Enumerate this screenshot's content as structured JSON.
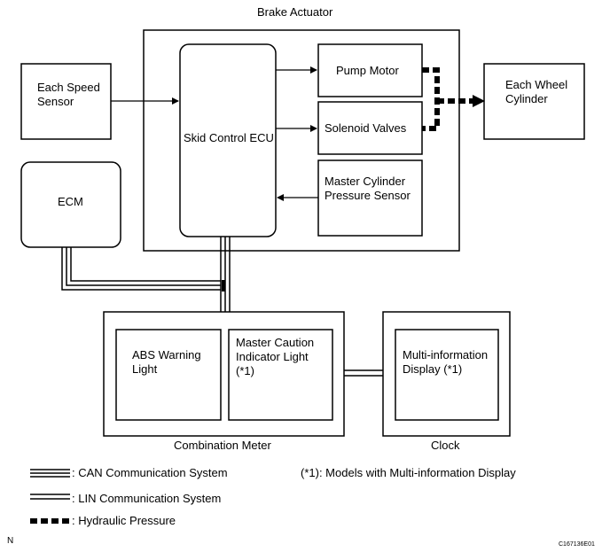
{
  "labels": {
    "brake_actuator": "Brake Actuator",
    "speed_sensor": "Each Speed\nSensor",
    "skid_control_ecu": "Skid Control ECU",
    "pump_motor": "Pump Motor",
    "solenoid_valves": "Solenoid Valves",
    "master_cylinder_sensor": "Master Cylinder\nPressure Sensor",
    "wheel_cylinder": "Each Wheel\nCylinder",
    "ecm": "ECM",
    "abs_warning_light": "ABS Warning\nLight",
    "master_caution_light": "Master Caution\nIndicator Light\n(*1)",
    "multi_info_display": "Multi-information\nDisplay (*1)",
    "combination_meter": "Combination Meter",
    "clock": "Clock"
  },
  "legend": {
    "can": ": CAN Communication System",
    "lin": ": LIN Communication System",
    "hydraulic": ": Hydraulic Pressure",
    "note": "(*1): Models with Multi-information Display"
  },
  "corner": {
    "left": "N",
    "right": "C167136E01"
  }
}
